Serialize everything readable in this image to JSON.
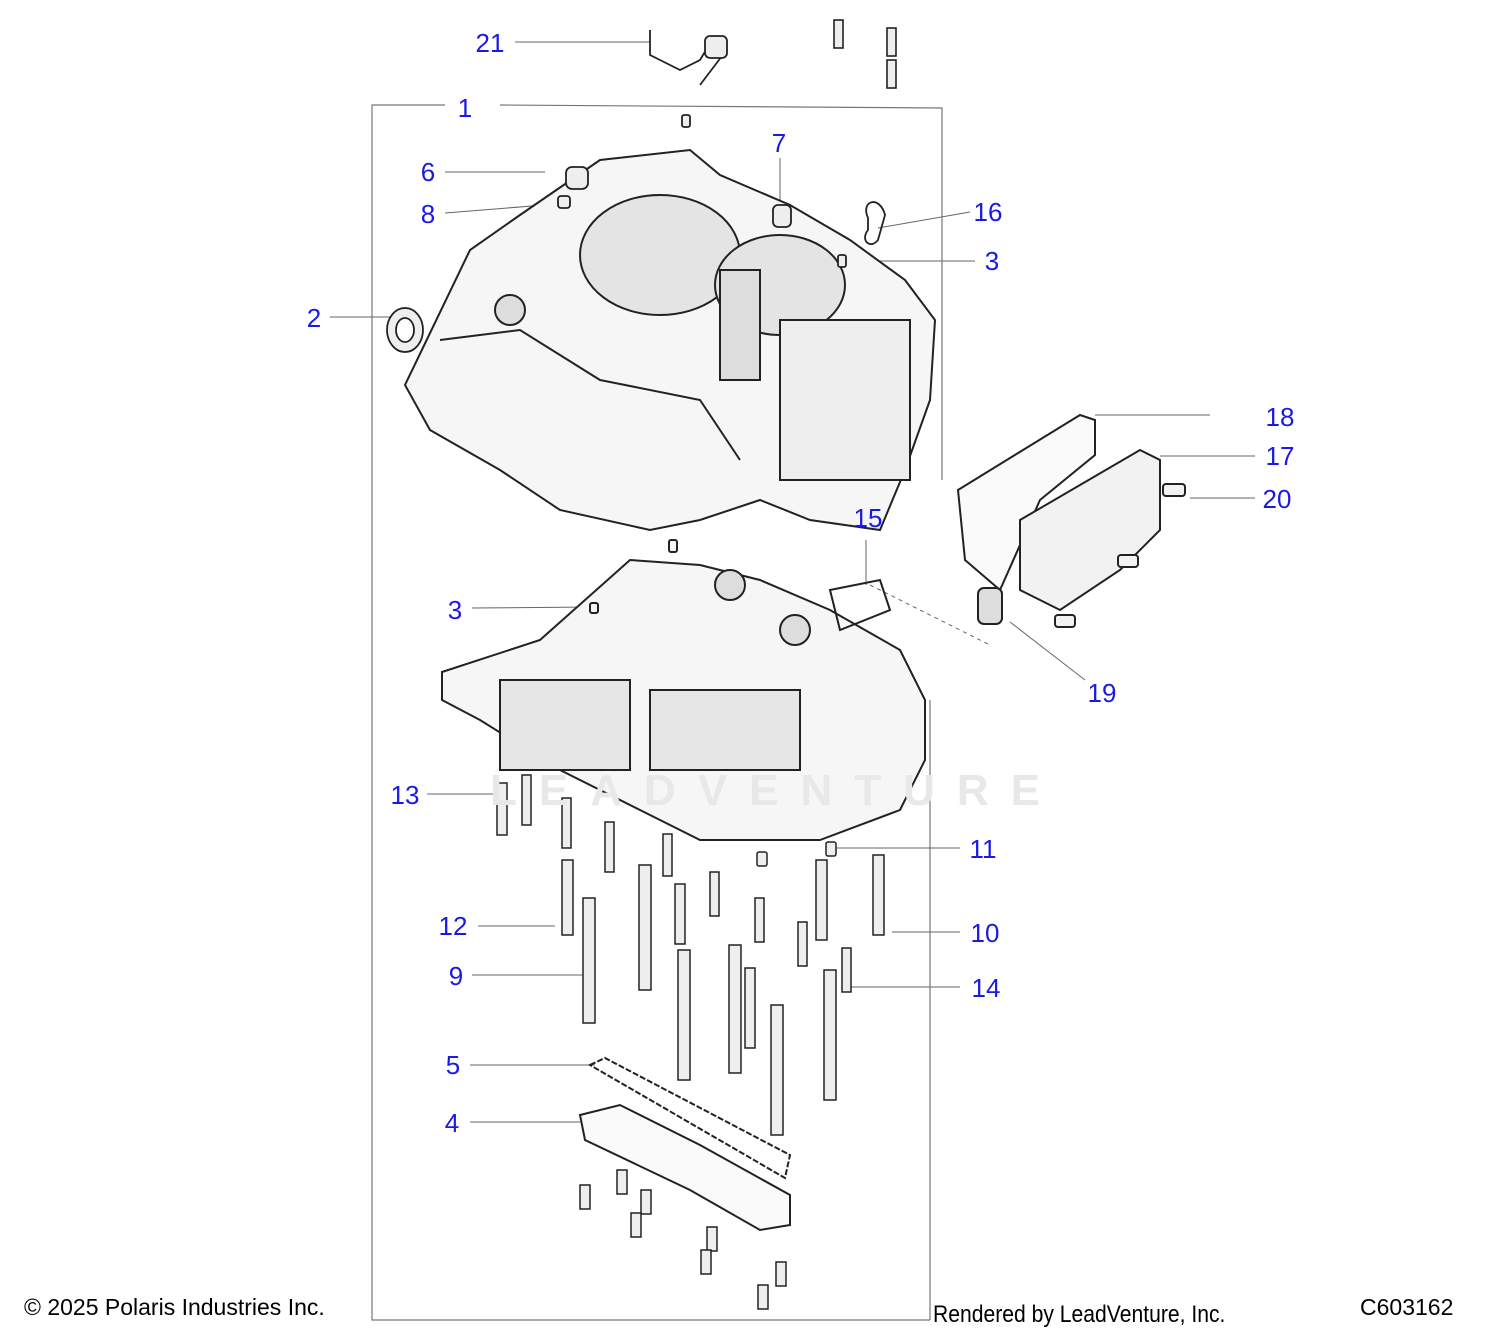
{
  "diagram": {
    "callouts": [
      "21",
      "1",
      "6",
      "7",
      "8",
      "16",
      "3",
      "2",
      "18",
      "17",
      "20",
      "15",
      "3",
      "19",
      "13",
      "11",
      "12",
      "10",
      "9",
      "14",
      "5",
      "4"
    ]
  },
  "watermark": "LEADVENTURE",
  "footer": {
    "copyright": "© 2025 Polaris Industries Inc.",
    "rendered_by": "Rendered by LeadVenture, Inc.",
    "diagram_code": "C603162"
  }
}
